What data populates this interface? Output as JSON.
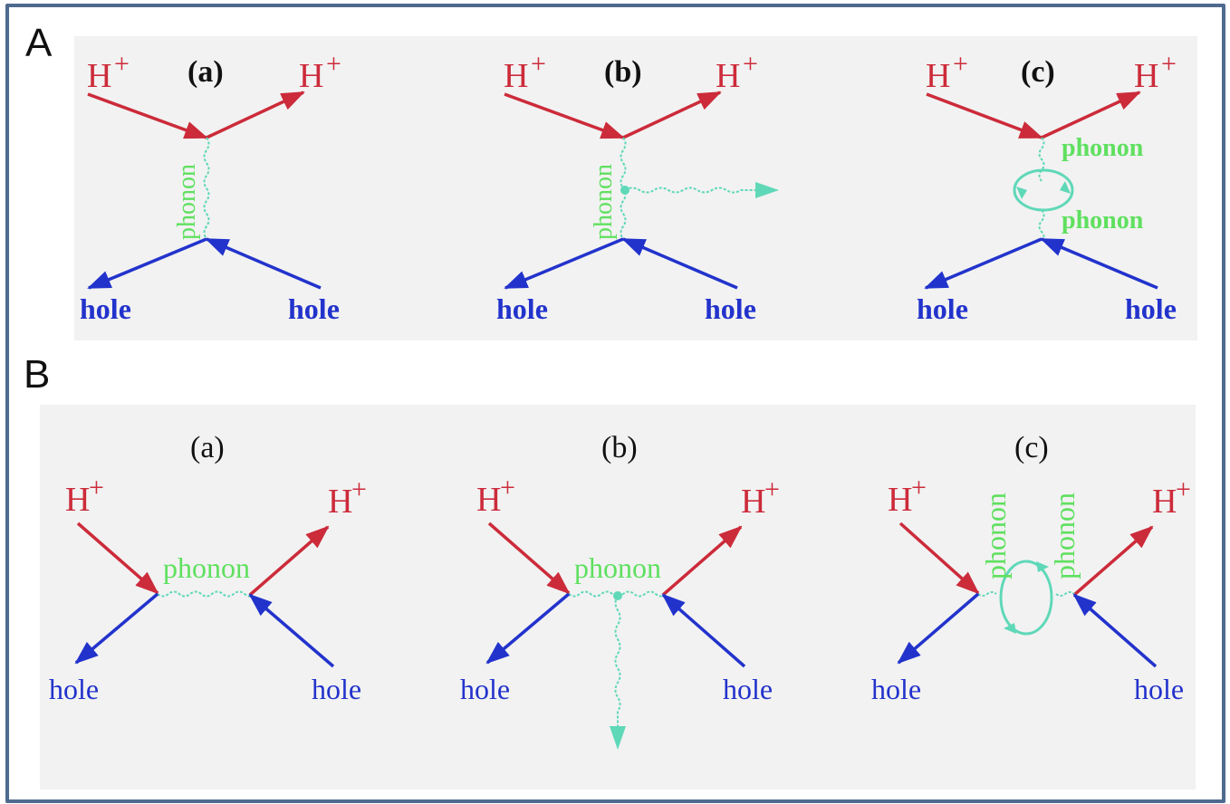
{
  "panels": {
    "A": {
      "letter": "A",
      "diagrams": [
        {
          "sub": "(a)",
          "h_left": "H",
          "h_right": "H",
          "sup": "+",
          "hole_left": "hole",
          "hole_right": "hole",
          "phonon": "phonon"
        },
        {
          "sub": "(b)",
          "h_left": "H",
          "h_right": "H",
          "sup": "+",
          "hole_left": "hole",
          "hole_right": "hole",
          "phonon": "phonon"
        },
        {
          "sub": "(c)",
          "h_left": "H",
          "h_right": "H",
          "sup": "+",
          "hole_left": "hole",
          "hole_right": "hole",
          "phonon_top": "phonon",
          "phonon_bottom": "phonon"
        }
      ]
    },
    "B": {
      "letter": "B",
      "diagrams": [
        {
          "sub": "(a)",
          "h_left": "H",
          "h_right": "H",
          "sup": "+",
          "hole_left": "hole",
          "hole_right": "hole",
          "phonon": "phonon"
        },
        {
          "sub": "(b)",
          "h_left": "H",
          "h_right": "H",
          "sup": "+",
          "hole_left": "hole",
          "hole_right": "hole",
          "phonon": "phonon"
        },
        {
          "sub": "(c)",
          "h_left": "H",
          "h_right": "H",
          "sup": "+",
          "hole_left": "hole",
          "hole_right": "hole",
          "phonon_left": "phonon",
          "phonon_right": "phonon"
        }
      ]
    }
  },
  "colors": {
    "proton": "#cc2b3a",
    "hole": "#2233cc",
    "phonon": "#5fe05f",
    "emitted": "#5fd8b8",
    "panel_bg": "#f2f2f2",
    "frame": "#4f6a8f"
  }
}
